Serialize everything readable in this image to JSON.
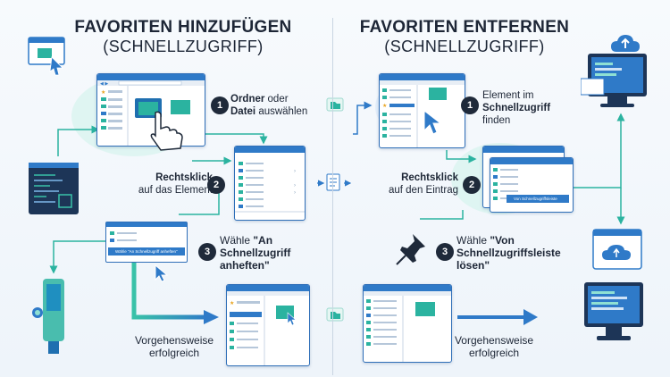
{
  "left": {
    "title": "FAVORITEN HINZUFÜGEN",
    "subtitle": "(SCHNELLZUGRIFF)",
    "step1": {
      "num": "1",
      "b1": "Ordner",
      "t1": " oder",
      "b2": "Datei",
      "t2": " auswählen"
    },
    "step2": {
      "num": "2",
      "b1": "Rechtsklick",
      "t1": "auf das Element"
    },
    "step3": {
      "num": "3",
      "t0": "Wähle ",
      "b1": "\"An Schnellzugriff anheften\""
    },
    "menu_item": "Wähle \"An Schnellzugriff anheften\"",
    "result": "Vorgehensweise erfolgreich"
  },
  "right": {
    "title": "FAVORITEN ENTFERNEN",
    "subtitle": "(SCHNELLZUGRIFF)",
    "step1": {
      "num": "1",
      "t1": "Element im",
      "b1": "Schnellzugriff",
      "t2": "finden"
    },
    "step2": {
      "num": "2",
      "b1": "Rechtsklick",
      "t1": "auf den Eintrag"
    },
    "step3": {
      "num": "3",
      "t0": "Wähle ",
      "b1": "\"Von Schnellzugriffsleiste lösen\""
    },
    "menu_item": "Von Schnellzugriffsleiste",
    "result": "Vorgehensweise erfolgreich"
  },
  "colors": {
    "accent": "#2f7ac8",
    "teal": "#2bb3a0",
    "dark": "#1f2a3a"
  }
}
